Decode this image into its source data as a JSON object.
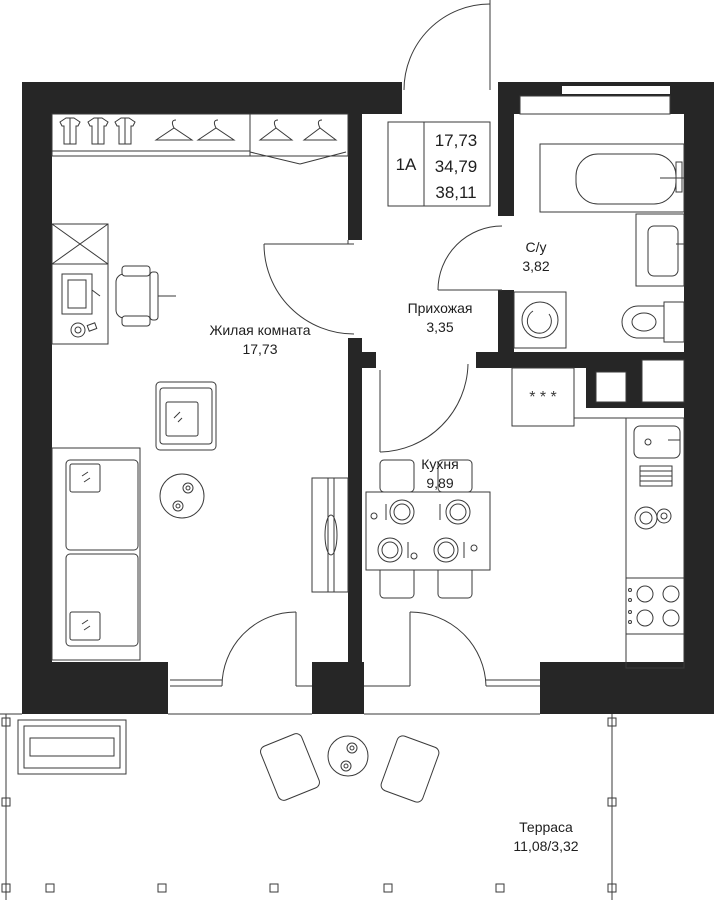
{
  "apartment": {
    "type": "1А",
    "areas": [
      "17,73",
      "34,79",
      "38,11"
    ]
  },
  "rooms": {
    "living": {
      "name": "Жилая комната",
      "area": "17,73"
    },
    "bathroom": {
      "name": "С/у",
      "area": "3,82"
    },
    "hallway": {
      "name": "Прихожая",
      "area": "3,35"
    },
    "kitchen": {
      "name": "Кухня",
      "area": "9,89"
    },
    "terrace": {
      "name": "Терраса",
      "area": "11,08/3,32"
    }
  },
  "colors": {
    "wall": "#262626",
    "line": "#3a3a3a",
    "background": "#ffffff"
  }
}
